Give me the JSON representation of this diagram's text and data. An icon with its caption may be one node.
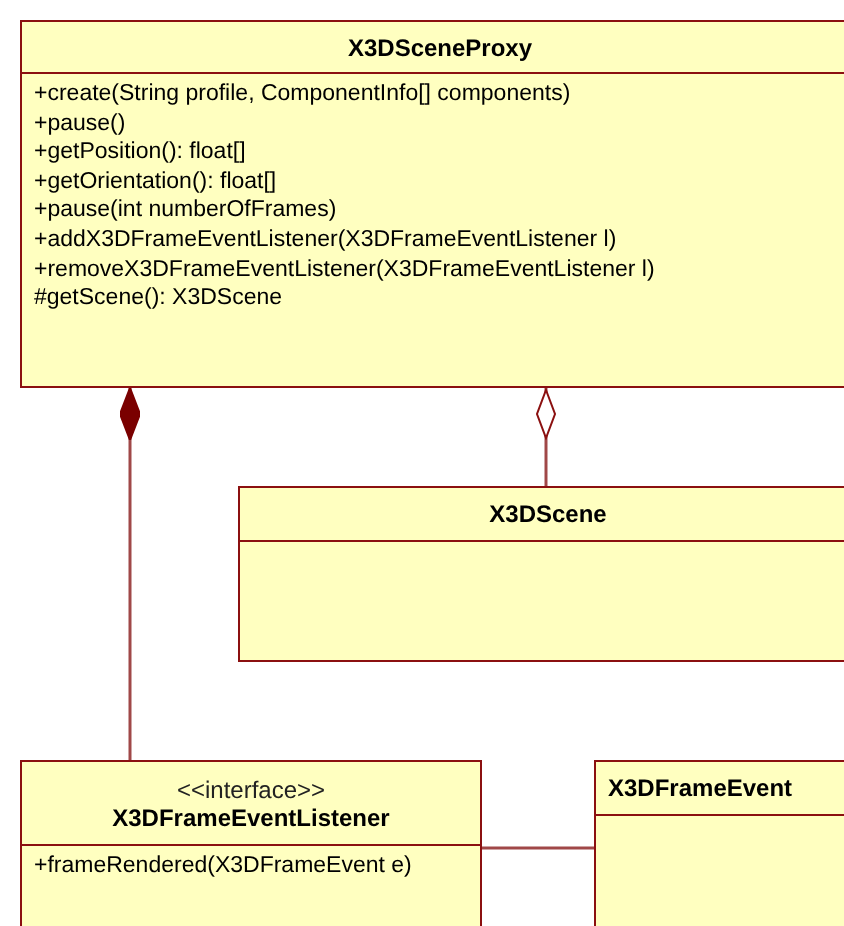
{
  "diagram": {
    "nodes": [
      {
        "text": [
          "X3DSceneProxy",
          "+create(String profile, ComponentInfo[] components)",
          "+pause()",
          "+getPosition(): float[]",
          "+getOrientation(): float[]",
          "+pause(int numberOfFrames)",
          "+addX3DFrameEventListener(X3DFrameEventListener l)",
          "+removeX3DFrameEventListener(X3DFrameEventListener l)",
          "#getScene(): X3DScene"
        ]
      },
      {
        "text": [
          "X3DScene"
        ]
      },
      {
        "text": [
          "<<interface>>",
          "X3DFrameEventListener",
          "+frameRendered(X3DFrameEvent e)"
        ]
      },
      {
        "text": [
          "X3DFrameEvent"
        ]
      }
    ],
    "edges": [
      {
        "from": 0,
        "to": 2,
        "arrow": "other"
      },
      {
        "from": 0,
        "to": 1,
        "arrow": "other"
      },
      {
        "from": 2,
        "to": 3,
        "arrow": "none"
      }
    ]
  }
}
